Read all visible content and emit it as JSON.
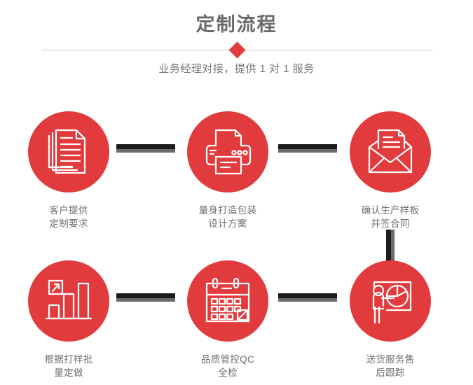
{
  "header": {
    "title": "定制流程",
    "subtitle": "业务经理对接，提供 1 对 1 服务",
    "title_color": "#6a6a6a",
    "divider_color": "#c9c9c9",
    "diamond_color": "#e23b3d"
  },
  "theme": {
    "accent": "#e23b3d",
    "connector": "#1b1b1b",
    "connector_shadow": "#6b6b6b",
    "caption_color": "#6f6f6f",
    "background": "#ffffff"
  },
  "steps": [
    {
      "index": 1,
      "icon": "documents-stack-icon",
      "caption_line1": "客户提供",
      "caption_line2": "定制要求"
    },
    {
      "index": 2,
      "icon": "printer-icon",
      "caption_line1": "量身打造包装",
      "caption_line2": "设计方案"
    },
    {
      "index": 3,
      "icon": "envelope-document-icon",
      "caption_line1": "确认生产样板",
      "caption_line2": "并签合同"
    },
    {
      "index": 4,
      "icon": "bar-chart-growth-icon",
      "caption_line1": "根据打样批",
      "caption_line2": "量定做"
    },
    {
      "index": 5,
      "icon": "calendar-icon",
      "caption_line1": "品质管控QC",
      "caption_line2": "全检"
    },
    {
      "index": 6,
      "icon": "presentation-pie-chart-icon",
      "caption_line1": "送货服务售",
      "caption_line2": "后跟踪"
    }
  ],
  "connectors": [
    {
      "name": "connector-step1-step2",
      "orientation": "horizontal"
    },
    {
      "name": "connector-step2-step3",
      "orientation": "horizontal"
    },
    {
      "name": "connector-step3-step6",
      "orientation": "vertical"
    },
    {
      "name": "connector-step4-step5",
      "orientation": "horizontal"
    },
    {
      "name": "connector-step5-step6",
      "orientation": "horizontal"
    }
  ]
}
